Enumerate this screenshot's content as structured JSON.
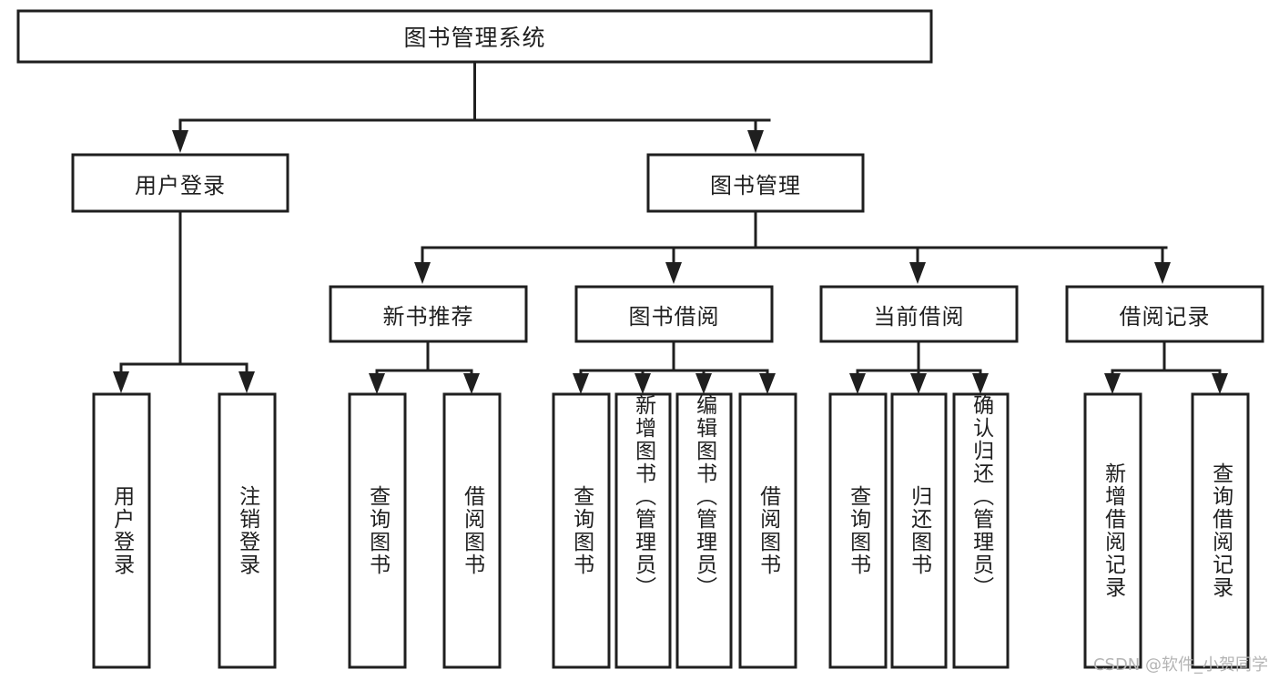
{
  "diagram": {
    "type": "tree-hierarchy",
    "title": "图书管理系统",
    "nodes": {
      "root": {
        "label": "图书管理系统",
        "level": 0,
        "orientation": "horizontal"
      },
      "user_login": {
        "label": "用户登录",
        "level": 1,
        "orientation": "horizontal"
      },
      "book_manage": {
        "label": "图书管理",
        "level": 1,
        "orientation": "horizontal"
      },
      "new_book_rec": {
        "label": "新书推荐",
        "level": 2,
        "orientation": "horizontal"
      },
      "book_borrow": {
        "label": "图书借阅",
        "level": 2,
        "orientation": "horizontal"
      },
      "current_borrow": {
        "label": "当前借阅",
        "level": 2,
        "orientation": "horizontal"
      },
      "borrow_record": {
        "label": "借阅记录",
        "level": 2,
        "orientation": "horizontal"
      },
      "leaf_user_login": {
        "label": "用户登录",
        "level": 3,
        "orientation": "vertical"
      },
      "leaf_logout": {
        "label": "注销登录",
        "level": 3,
        "orientation": "vertical"
      },
      "leaf_query_book_1": {
        "label": "查询图书",
        "level": 3,
        "orientation": "vertical"
      },
      "leaf_borrow_book_1": {
        "label": "借阅图书",
        "level": 3,
        "orientation": "vertical"
      },
      "leaf_query_book_2": {
        "label": "查询图书",
        "level": 3,
        "orientation": "vertical"
      },
      "leaf_add_book": {
        "label": "新增图书（管理员）",
        "level": 3,
        "orientation": "vertical"
      },
      "leaf_edit_book": {
        "label": "编辑图书（管理员）",
        "level": 3,
        "orientation": "vertical"
      },
      "leaf_borrow_book_2": {
        "label": "借阅图书",
        "level": 3,
        "orientation": "vertical"
      },
      "leaf_query_book_3": {
        "label": "查询图书",
        "level": 3,
        "orientation": "vertical"
      },
      "leaf_return_book": {
        "label": "归还图书",
        "level": 3,
        "orientation": "vertical"
      },
      "leaf_confirm_return": {
        "label": "确认归还（管理员）",
        "level": 3,
        "orientation": "vertical"
      },
      "leaf_add_record": {
        "label": "新增借阅记录",
        "level": 3,
        "orientation": "vertical"
      },
      "leaf_query_record": {
        "label": "查询借阅记录",
        "level": 3,
        "orientation": "vertical"
      }
    },
    "edges": [
      {
        "from": "root",
        "to": "user_login"
      },
      {
        "from": "root",
        "to": "book_manage"
      },
      {
        "from": "user_login",
        "to": "leaf_user_login"
      },
      {
        "from": "user_login",
        "to": "leaf_logout"
      },
      {
        "from": "book_manage",
        "to": "new_book_rec"
      },
      {
        "from": "book_manage",
        "to": "book_borrow"
      },
      {
        "from": "book_manage",
        "to": "current_borrow"
      },
      {
        "from": "book_manage",
        "to": "borrow_record"
      },
      {
        "from": "new_book_rec",
        "to": "leaf_query_book_1"
      },
      {
        "from": "new_book_rec",
        "to": "leaf_borrow_book_1"
      },
      {
        "from": "book_borrow",
        "to": "leaf_query_book_2"
      },
      {
        "from": "book_borrow",
        "to": "leaf_add_book"
      },
      {
        "from": "book_borrow",
        "to": "leaf_edit_book"
      },
      {
        "from": "book_borrow",
        "to": "leaf_borrow_book_2"
      },
      {
        "from": "current_borrow",
        "to": "leaf_query_book_3"
      },
      {
        "from": "current_borrow",
        "to": "leaf_return_book"
      },
      {
        "from": "current_borrow",
        "to": "leaf_confirm_return"
      },
      {
        "from": "borrow_record",
        "to": "leaf_add_record"
      },
      {
        "from": "borrow_record",
        "to": "leaf_query_record"
      }
    ],
    "colors": {
      "stroke": "#1f1f1f",
      "fill": "#ffffff",
      "text": "#1f1f1f",
      "watermark": "#b4b4b4"
    }
  },
  "watermark": {
    "text": "CSDN @软件_小贺同学"
  }
}
